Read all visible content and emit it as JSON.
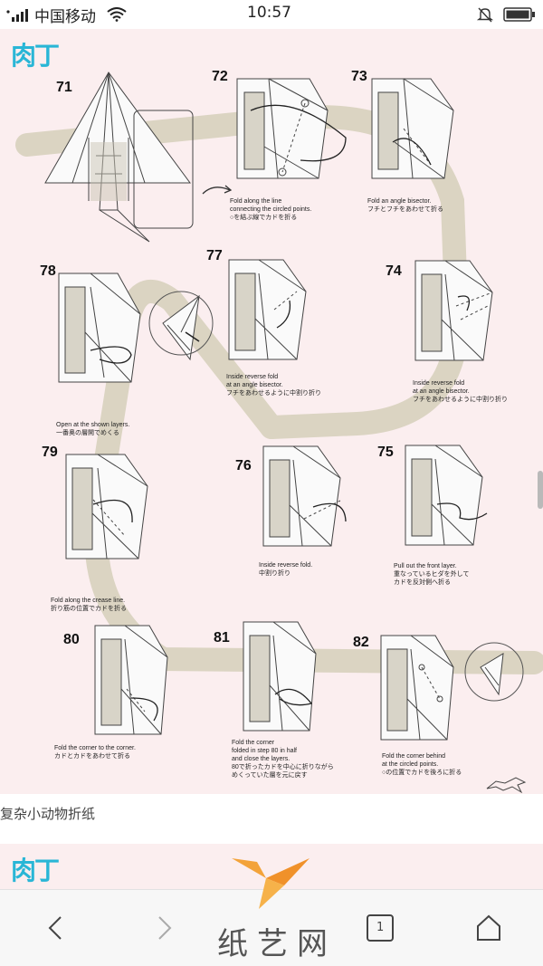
{
  "status_bar": {
    "carrier": "中国移动",
    "time": "10:57"
  },
  "site_logo": "肉丁",
  "steps": [
    {
      "num": "71",
      "caption": []
    },
    {
      "num": "72",
      "caption": [
        "Fold along the line",
        "connecting the circled points.",
        "○を結ぶ線でカドを折る"
      ]
    },
    {
      "num": "73",
      "caption": [
        "Fold an angle bisector.",
        "フチとフチをあわせて折る"
      ]
    },
    {
      "num": "74",
      "caption": [
        "Inside reverse fold",
        "at an angle bisector.",
        "フチをあわせるように中割り折り"
      ]
    },
    {
      "num": "75",
      "caption": [
        "Pull out the front layer.",
        "重なっているヒダを外して",
        "カドを反対側へ折る"
      ]
    },
    {
      "num": "76",
      "caption": [
        "Inside reverse fold.",
        "中割り折り"
      ]
    },
    {
      "num": "77",
      "caption": [
        "Inside reverse fold",
        "at an angle bisector.",
        "フチをあわせるように中割り折り"
      ]
    },
    {
      "num": "78",
      "caption": [
        "Open at the shown layers.",
        "一番奥の層開でめくる"
      ]
    },
    {
      "num": "79",
      "caption": [
        "Fold along the crease line.",
        "折り筋の位置でカドを折る"
      ]
    },
    {
      "num": "80",
      "caption": [
        "Fold the corner to the corner.",
        "カドとカドをあわせて折る"
      ]
    },
    {
      "num": "81",
      "caption": [
        "Fold the corner",
        "folded in step 80 in half",
        "and close the layers.",
        "80で折ったカドを中心に折りながら",
        "めくっていた層を元に戻す"
      ]
    },
    {
      "num": "82",
      "caption": [
        "Fold the corner behind",
        "at the circled points.",
        "○の位置でカドを後ろに折る"
      ]
    }
  ],
  "image_caption": "复杂小动物折纸",
  "nav": {
    "tab_count": "1",
    "watermark": "纸艺网"
  },
  "colors": {
    "page_bg": "#fbeeef",
    "path": "#d9d3c0",
    "logo": "#29b6d6",
    "bird": "#f0a030"
  }
}
